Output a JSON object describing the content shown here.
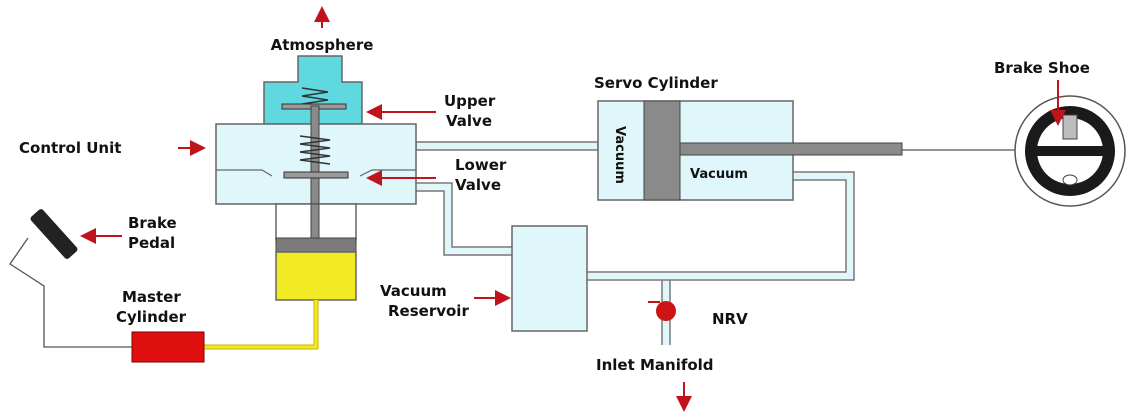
{
  "labels": {
    "atmosphere": "Atmosphere",
    "upper_valve_1": "Upper",
    "upper_valve_2": "Valve",
    "lower_valve_1": "Lower",
    "lower_valve_2": "Valve",
    "control_unit": "Control Unit",
    "brake_pedal_1": "Brake",
    "brake_pedal_2": "Pedal",
    "master_cylinder_1": "Master",
    "master_cylinder_2": "Cylinder",
    "vacuum_reservoir_1": "Vacuum",
    "vacuum_reservoir_2": "Reservoir",
    "servo_cylinder": "Servo Cylinder",
    "vacuum_vertical": "Vacuum",
    "vacuum_chamber": "Vacuum",
    "brake_shoe": "Brake Shoe",
    "nrv": "NRV",
    "inlet_manifold": "Inlet Manifold"
  },
  "colors": {
    "light_fill": "#dff6fb",
    "outline": "#777777",
    "cap_cyan": "#5fd8e0",
    "arrow_red": "#c0141c",
    "fluid_yellow": "#f2ea22",
    "master_red": "#e01010",
    "piston_grey": "#8a8a8a",
    "pedal_dark": "#222222"
  }
}
